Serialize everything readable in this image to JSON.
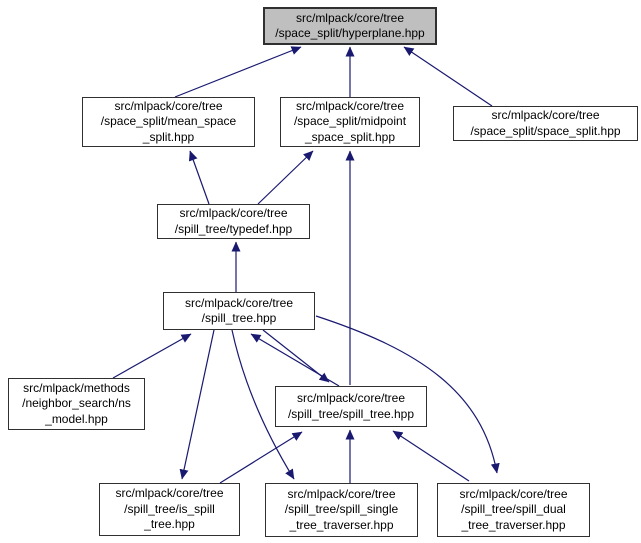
{
  "diagram": {
    "title": "Doxygen included-by dependency graph for hyperplane.hpp",
    "colors": {
      "edge": "#191970",
      "node_border": "#303030",
      "node_fill": "#ffffff",
      "highlight_fill": "#bfbfbf",
      "text": "#000000"
    },
    "nodes": {
      "hyperplane": {
        "label": "src/mlpack/core/tree\n/space_split/hyperplane.hpp",
        "highlighted": true
      },
      "mean": {
        "label": "src/mlpack/core/tree\n/space_split/mean_space\n_split.hpp"
      },
      "midpoint": {
        "label": "src/mlpack/core/tree\n/space_split/midpoint\n_space_split.hpp"
      },
      "space": {
        "label": "src/mlpack/core/tree\n/space_split/space_split.hpp"
      },
      "typedef": {
        "label": "src/mlpack/core/tree\n/spill_tree/typedef.hpp"
      },
      "spilltree": {
        "label": "src/mlpack/core/tree\n/spill_tree.hpp"
      },
      "nsmodel": {
        "label": "src/mlpack/methods\n/neighbor_search/ns\n_model.hpp"
      },
      "spillspill": {
        "label": "src/mlpack/core/tree\n/spill_tree/spill_tree.hpp"
      },
      "isspill": {
        "label": "src/mlpack/core/tree\n/spill_tree/is_spill\n_tree.hpp"
      },
      "spillsingle": {
        "label": "src/mlpack/core/tree\n/spill_tree/spill_single\n_tree_traverser.hpp"
      },
      "spilldual": {
        "label": "src/mlpack/core/tree\n/spill_tree/spill_dual\n_tree_traverser.hpp"
      }
    },
    "edges": [
      {
        "from": "mean",
        "to": "hyperplane"
      },
      {
        "from": "midpoint",
        "to": "hyperplane"
      },
      {
        "from": "space",
        "to": "hyperplane"
      },
      {
        "from": "typedef",
        "to": "mean"
      },
      {
        "from": "typedef",
        "to": "midpoint"
      },
      {
        "from": "spillspill",
        "to": "midpoint"
      },
      {
        "from": "spilltree",
        "to": "typedef"
      },
      {
        "from": "nsmodel",
        "to": "spilltree"
      },
      {
        "from": "spilltree",
        "to": "spillspill"
      },
      {
        "from": "spillspill",
        "to": "spilltree"
      },
      {
        "from": "spilltree",
        "to": "isspill"
      },
      {
        "from": "spilltree",
        "to": "spillsingle"
      },
      {
        "from": "spilltree",
        "to": "spilldual"
      },
      {
        "from": "isspill",
        "to": "spillspill"
      },
      {
        "from": "spillsingle",
        "to": "spillspill"
      },
      {
        "from": "spilldual",
        "to": "spillspill"
      }
    ]
  }
}
